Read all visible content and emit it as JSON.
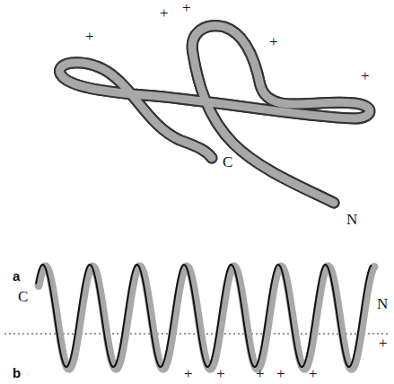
{
  "diagram": {
    "labels": [
      "+",
      "+",
      "+",
      "+",
      "+",
      "C",
      "N",
      "a",
      "C",
      "N",
      "+",
      "+",
      "+",
      "+",
      "+",
      "+",
      "b"
    ]
  }
}
